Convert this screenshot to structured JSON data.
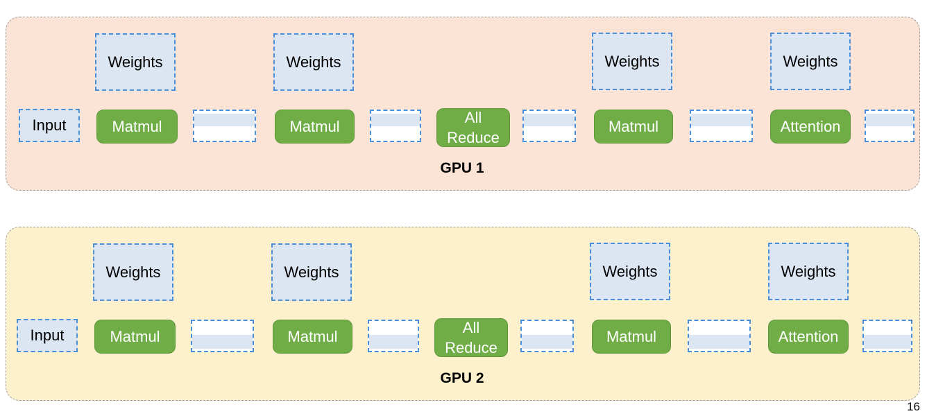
{
  "colors": {
    "panel1_bg": "#fbe4d6",
    "panel2_bg": "#fdf0cc",
    "op_green": "#70ad47",
    "tensor_blue": "#dce6f2",
    "border_blue": "#4a8ed8",
    "arrow_gray": "#7f7f7f"
  },
  "labels": {
    "weights": "Weights",
    "input": "Input",
    "matmul": "Matmul",
    "all_reduce_1": "All",
    "all_reduce_2": "Reduce",
    "attention": "Attention"
  },
  "panels": [
    {
      "label": "GPU 1"
    },
    {
      "label": "GPU 2"
    }
  ],
  "page_number": "16"
}
